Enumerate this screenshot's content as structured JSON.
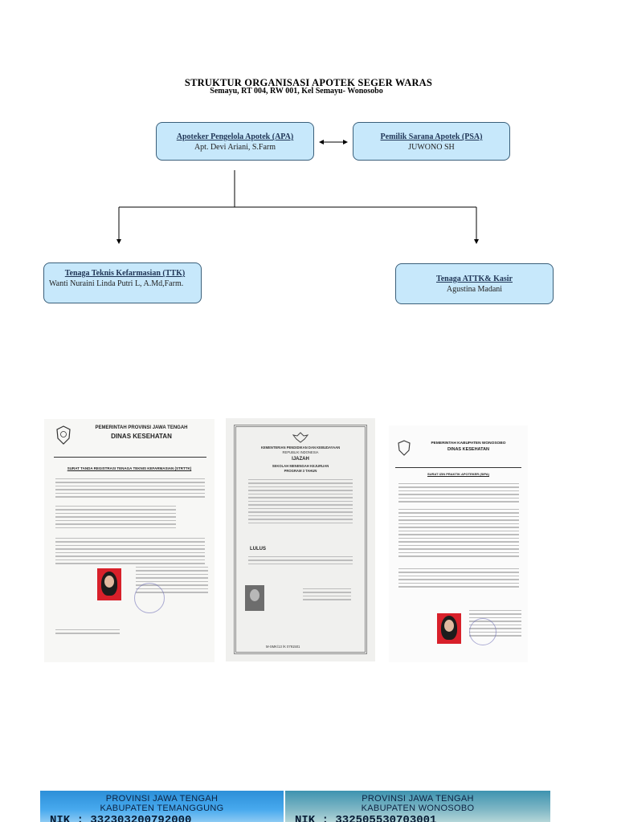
{
  "header": {
    "title": "STRUKTUR ORGANISASI APOTEK SEGER WARAS",
    "address": "Semayu, RT 004, RW 001, Kel Semayu- Wonosobo"
  },
  "org": {
    "apa": {
      "role": "Apoteker Pengelola Apotek (APA)",
      "person": "Apt. Devi Ariani, S.Farm"
    },
    "psa": {
      "role": "Pemilik Sarana Apotek (PSA)",
      "person": "JUWONO SH"
    },
    "ttk": {
      "role": "Tenaga Teknis Kefarmasian (TTK)",
      "person": "Wanti Nuraini Linda Putri L, A.Md,Farm."
    },
    "attk": {
      "role": "Tenaga ATTK& Kasir",
      "person": "Agustina Madani"
    }
  },
  "documents": {
    "str": {
      "gov": "PEMERINTAH PROVINSI JAWA TENGAH",
      "agency": "DINAS KESEHATAN",
      "heading": "SURAT TANDA REGISTRASI TENAGA TEKNIS KEFARMASIAN (STRTTK)"
    },
    "ijazah": {
      "ministry": "KEMENTERIAN PENDIDIKAN DAN KEBUDAYAAN",
      "country": "REPUBLIK INDONESIA",
      "word": "IJAZAH",
      "school": "SEKOLAH MENENGAH KEJURUAN",
      "program": "PROGRAM 3 TAHUN",
      "passed": "LULUS",
      "serial": "M-SMK/13 /K 0791501"
    },
    "sipa": {
      "gov": "PEMERINTAH KABUPATEN WONOSOBO",
      "agency": "DINAS KESEHATAN",
      "heading": "SURAT IZIN PRAKTIK APOTEKER (SIPA)"
    }
  },
  "id_cards": [
    {
      "province": "PROVINSI JAWA TENGAH",
      "regency": "KABUPATEN TEMANGGUNG",
      "nik": "NIK : 332303200792000"
    },
    {
      "province": "PROVINSI JAWA TENGAH",
      "regency": "KABUPATEN WONOSOBO",
      "nik": "NIK : 332505530703001"
    }
  ],
  "colors": {
    "box_fill": "#c7e8fb",
    "box_border": "#3a5f7a",
    "role_text": "#1f3556"
  }
}
